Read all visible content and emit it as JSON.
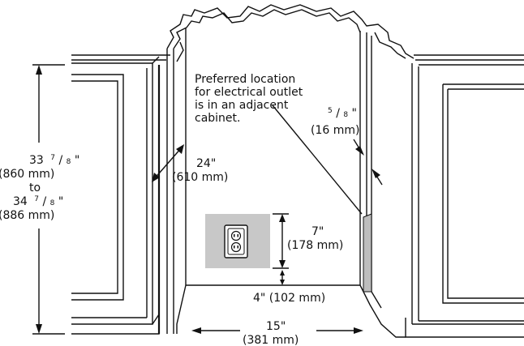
{
  "note": {
    "line1": "Preferred location",
    "line2": "for electrical outlet",
    "line3": "is in an adjacent",
    "line4": "cabinet."
  },
  "height": {
    "max_whole": "33",
    "max_frac_num": "7",
    "max_frac_den": "8",
    "max_inch": "\"",
    "max_mm": "(860 mm)",
    "to": "to",
    "min_whole": "34",
    "min_frac_num": "7",
    "min_frac_den": "8",
    "min_inch": "\"",
    "min_mm": "(886 mm)"
  },
  "depth": {
    "in": "24\"",
    "mm": "(610 mm)"
  },
  "clearance": {
    "frac_num": "5",
    "frac_den": "8",
    "inch": "\"",
    "mm": "(16 mm)"
  },
  "outlet_height": {
    "in": "7\"",
    "mm": "(178 mm)"
  },
  "outlet_floor": {
    "label": "4\" (102 mm)"
  },
  "width": {
    "in": "15\"",
    "mm": "(381 mm)"
  },
  "colors": {
    "outlet_panel": "#c8c8c8",
    "line": "#111111",
    "side_panel": "#bdbdbd"
  }
}
